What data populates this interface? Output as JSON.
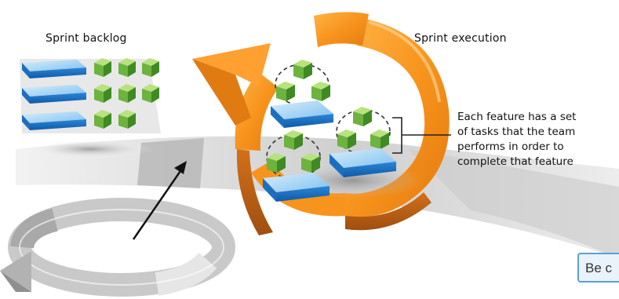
{
  "labels": {
    "backlog": "Sprint backlog",
    "execution": "Sprint execution",
    "annotation": [
      "Each feature has a set",
      "of tasks that the team",
      "performs in order to",
      "complete that feature"
    ]
  },
  "cutoff_box": {
    "text": "Be c"
  },
  "colors": {
    "orange": "#f7941d",
    "orange_dark": "#c8661a",
    "blue": "#3b8fd8",
    "blue_light": "#a8d4f5",
    "green": "#7cc242",
    "green_dark": "#4f9a2a",
    "gray_light": "#e3e3e3",
    "gray_mid": "#b9b9b9",
    "gray_dark": "#8c8c8c"
  }
}
